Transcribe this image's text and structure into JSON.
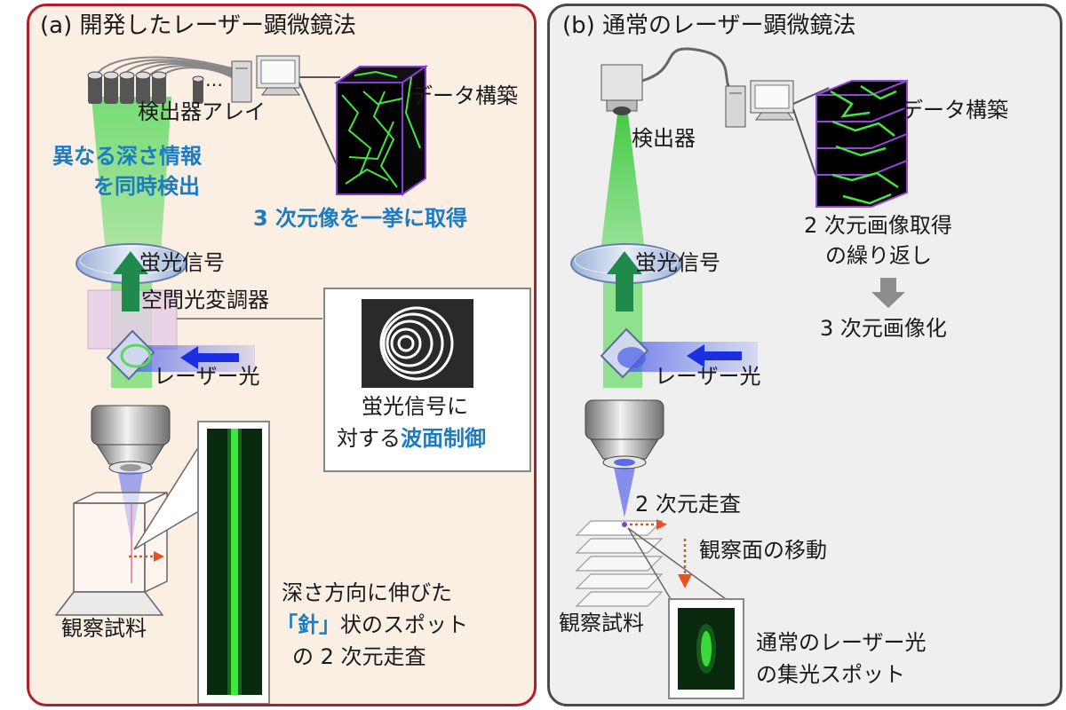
{
  "panel_a": {
    "title": "(a) 開発したレーザー顕微鏡法",
    "detector_array": "検出器アレイ",
    "dots": "…",
    "data_construct": "データ構築",
    "simul_line1": "異なる深さ情報",
    "simul_line2": "を同時検出",
    "volume_capture": "3 次元像を一挙に取得",
    "fluor_signal": "蛍光信号",
    "slm": "空間光変調器",
    "laser": "レーザー光",
    "wavefront_line1": "蛍光信号に",
    "wavefront_pre": "対する",
    "wavefront_em": "波面制御",
    "needle_line1": "深さ方向に伸びた",
    "needle_em": "「針」",
    "needle_rest": "状のスポット",
    "needle_line3": "の 2 次元走査",
    "sample": "観察試料"
  },
  "panel_b": {
    "title": "(b) 通常のレーザー顕微鏡法",
    "detector": "検出器",
    "data_construct": "データ構築",
    "repeat_line1": "2 次元画像取得",
    "repeat_line2": "の繰り返し",
    "volume": "3 次元画像化",
    "fluor_signal": "蛍光信号",
    "laser": "レーザー光",
    "scan_2d": "2 次元走査",
    "plane_move": "観察面の移動",
    "sample": "観察試料",
    "spot_line1": "通常のレーザー光",
    "spot_line2": "の集光スポット"
  },
  "colors": {
    "panel_a_border": "#b11e28",
    "panel_a_bg": "#fbeee3",
    "panel_b_border": "#4a4a4a",
    "panel_b_bg": "#efefef",
    "emphasis_blue": "#1b7cc3",
    "fluorescence_green": "#3cc83c",
    "laser_blue": "#1a2fe0",
    "scan_arrow": "#e8501e"
  }
}
